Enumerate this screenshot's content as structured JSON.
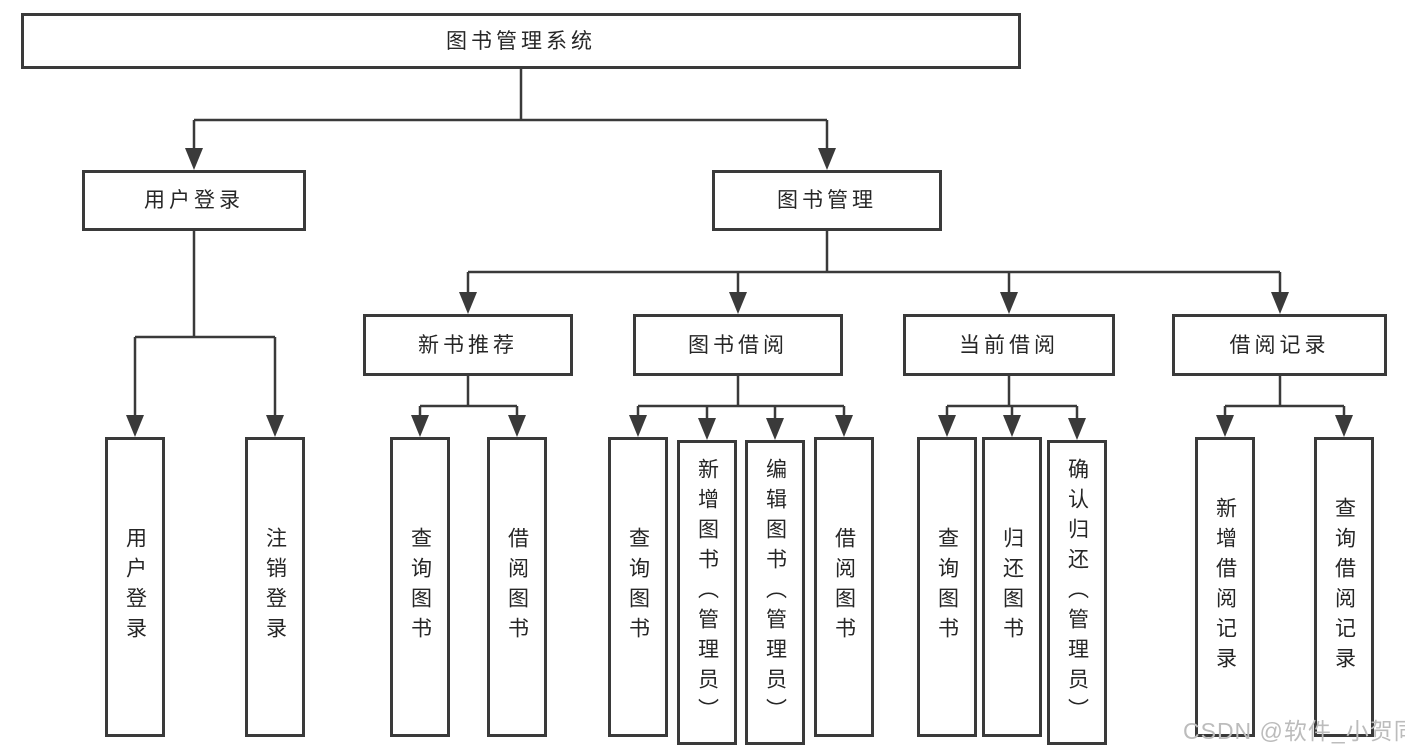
{
  "diagram": {
    "type": "hierarchy-tree",
    "root": {
      "label": "图书管理系统"
    },
    "level2": [
      {
        "label": "用户登录"
      },
      {
        "label": "图书管理"
      }
    ],
    "level3": [
      {
        "label": "新书推荐",
        "parent": "图书管理"
      },
      {
        "label": "图书借阅",
        "parent": "图书管理"
      },
      {
        "label": "当前借阅",
        "parent": "图书管理"
      },
      {
        "label": "借阅记录",
        "parent": "图书管理"
      }
    ],
    "leaves": [
      {
        "label": "用户登录",
        "parent": "用户登录"
      },
      {
        "label": "注销登录",
        "parent": "用户登录"
      },
      {
        "label": "查询图书",
        "parent": "新书推荐"
      },
      {
        "label": "借阅图书",
        "parent": "新书推荐"
      },
      {
        "label": "查询图书",
        "parent": "图书借阅"
      },
      {
        "label": "新增图书（管理员）",
        "parent": "图书借阅"
      },
      {
        "label": "编辑图书（管理员）",
        "parent": "图书借阅"
      },
      {
        "label": "借阅图书",
        "parent": "图书借阅"
      },
      {
        "label": "查询图书",
        "parent": "当前借阅"
      },
      {
        "label": "归还图书",
        "parent": "当前借阅"
      },
      {
        "label": "确认归还（管理员）",
        "parent": "当前借阅"
      },
      {
        "label": "新增借阅记录",
        "parent": "借阅记录"
      },
      {
        "label": "查询借阅记录",
        "parent": "借阅记录"
      }
    ]
  },
  "watermark": "CSDN @软件_小贺同学",
  "colors": {
    "line": "#3a3a3a",
    "box_border": "#3a3a3a",
    "text": "#262626",
    "watermark": "#bcbcbc",
    "background": "#ffffff"
  }
}
